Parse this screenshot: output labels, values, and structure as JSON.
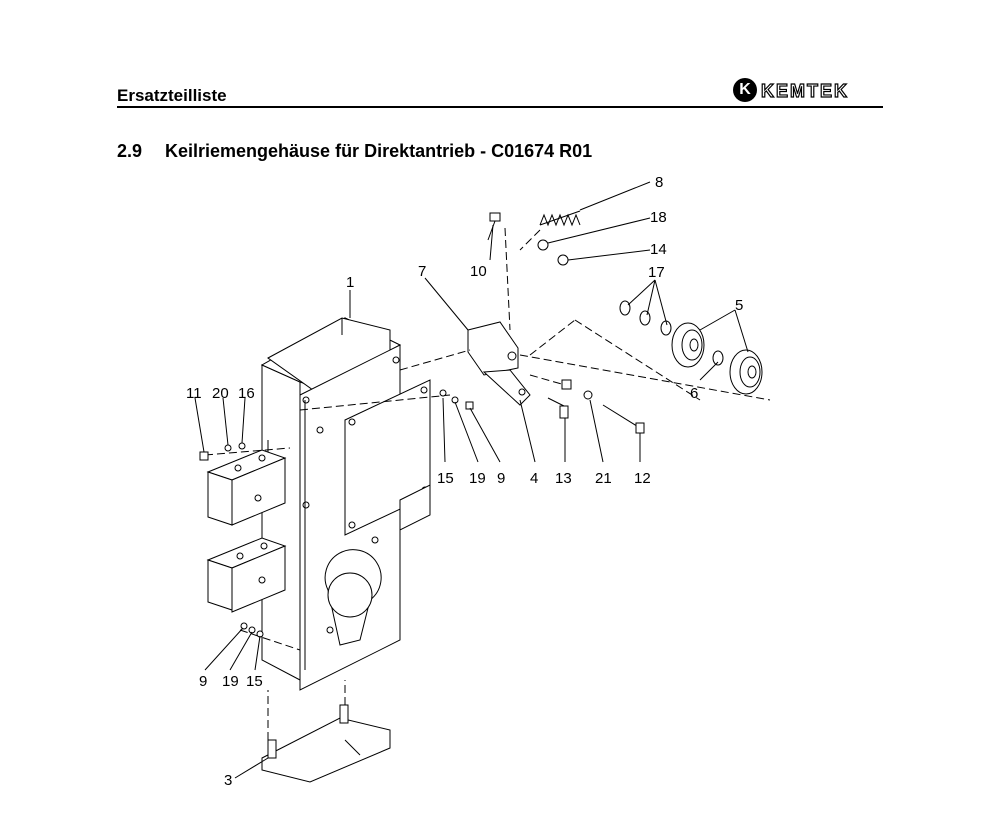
{
  "header": {
    "title": "Ersatzteilliste",
    "logo": {
      "letter": "K",
      "name": "KEMTEK"
    }
  },
  "section": {
    "number": "2.9",
    "title": "Keilriemengehäuse für Direktantrieb - C01674 R01"
  },
  "callouts": {
    "c1": "1",
    "c3": "3",
    "c4": "4",
    "c5": "5",
    "c6": "6",
    "c7": "7",
    "c8": "8",
    "c9a": "9",
    "c9b": "9",
    "c10": "10",
    "c11": "11",
    "c12": "12",
    "c13": "13",
    "c14": "14",
    "c15a": "15",
    "c15b": "15",
    "c16": "16",
    "c17": "17",
    "c18": "18",
    "c19a": "19",
    "c19b": "19",
    "c20": "20",
    "c21": "21"
  }
}
